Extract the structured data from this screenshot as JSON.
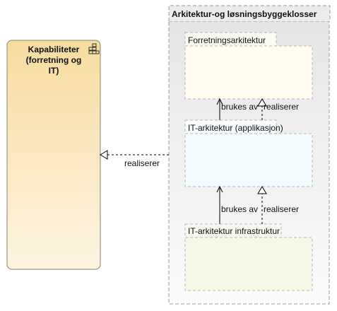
{
  "capability": {
    "title_lines": [
      "Kapabiliteter",
      "(forretning og",
      "IT)"
    ],
    "icon": "capability-grid-icon",
    "fill": "#f8e3b0"
  },
  "group": {
    "title": "Arkitektur-og løsningsbyggeklosser",
    "fill": "#efefef"
  },
  "boxes": {
    "business": {
      "title": "Forretningsarkitektur",
      "fill": "#fffcef"
    },
    "it_app": {
      "title": "IT-arkitektur (applikasjon)",
      "fill": "#f2fbfd"
    },
    "it_infra": {
      "title": "IT-arkitektur infrastruktur",
      "fill": "#f3f9e6"
    }
  },
  "relations": {
    "used_by_top": "brukes av",
    "realises_top": "realiserer",
    "used_by_bottom": "brukes av",
    "realises_bottom": "realiserer",
    "realises_capability": "realiserer"
  }
}
